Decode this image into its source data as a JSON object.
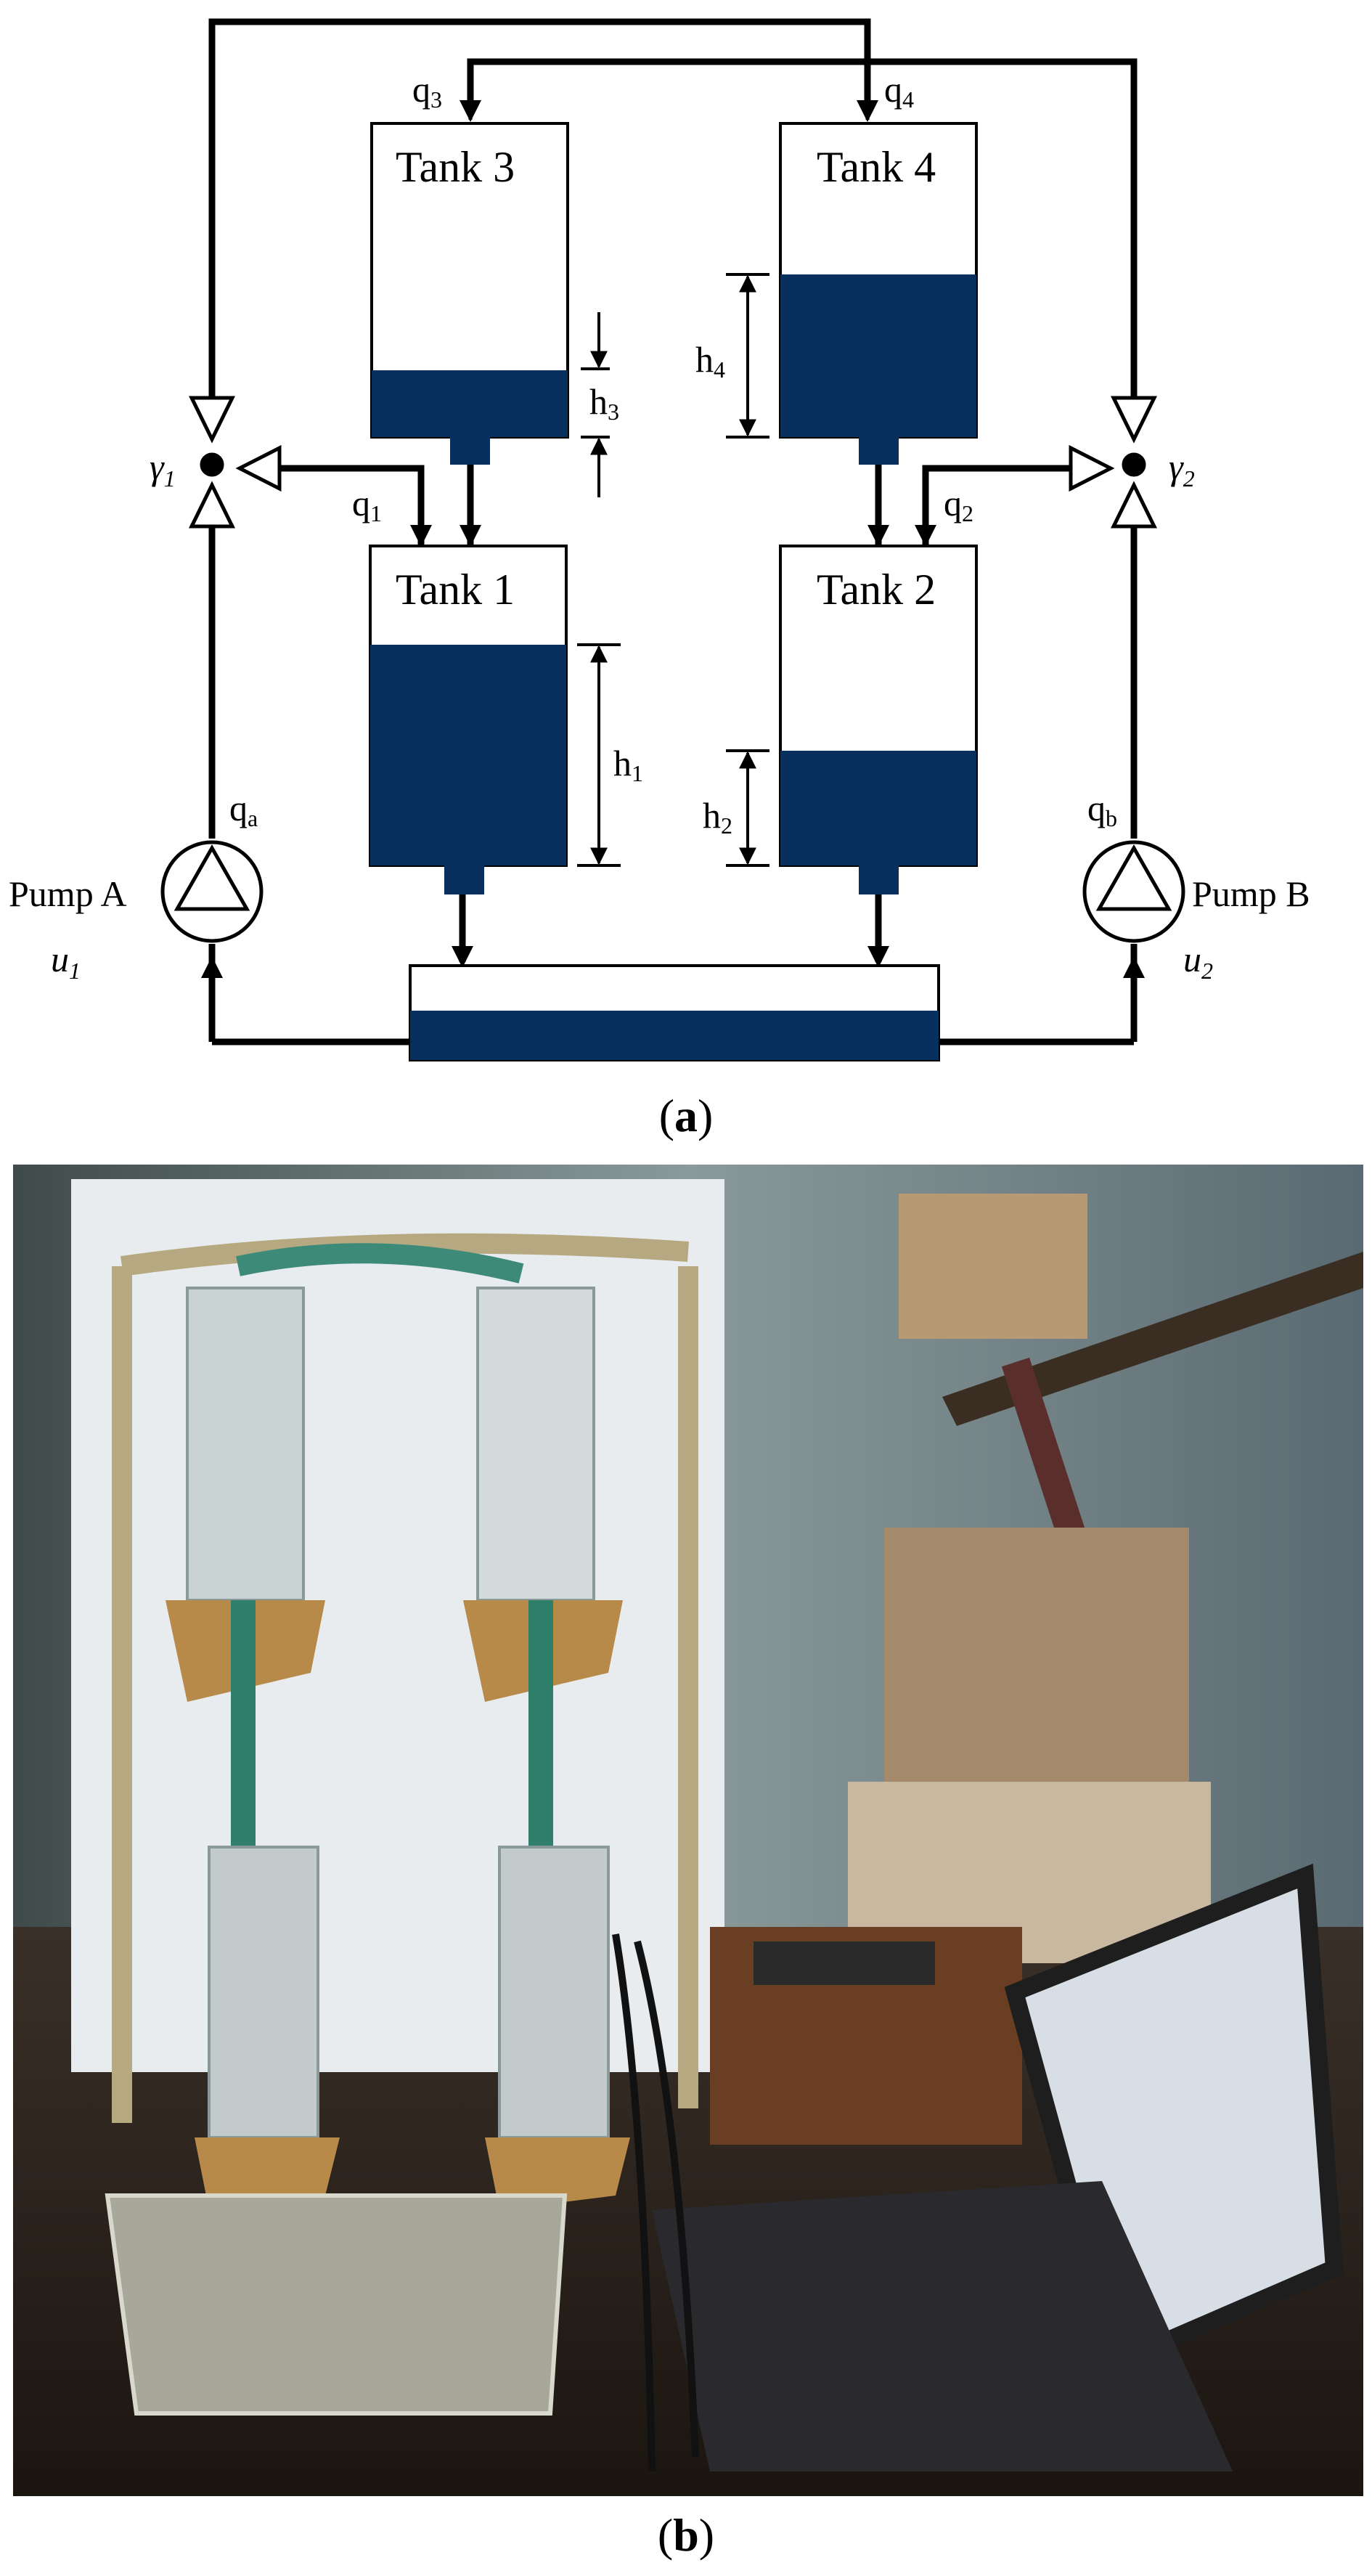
{
  "diagram": {
    "tanks": [
      "Tank 3",
      "Tank 4",
      "Tank 1",
      "Tank 2"
    ],
    "flows": {
      "q1": "q",
      "q2": "q",
      "q3": "q",
      "q4": "q",
      "qa": "q",
      "qb": "q"
    },
    "flow_subs": {
      "q1": "1",
      "q2": "2",
      "q3": "3",
      "q4": "4",
      "qa": "a",
      "qb": "b"
    },
    "heights": {
      "h1": "h",
      "h2": "h",
      "h3": "h",
      "h4": "h"
    },
    "height_subs": {
      "h1": "1",
      "h2": "2",
      "h3": "3",
      "h4": "4"
    },
    "valves": {
      "gamma1": "γ",
      "gamma1_sub": "1",
      "gamma2": "γ",
      "gamma2_sub": "2"
    },
    "pumps": {
      "a_label": "Pump A",
      "a_input": "u",
      "a_input_sub": "1",
      "b_label": "Pump B",
      "b_input": "u",
      "b_input_sub": "2"
    },
    "colors": {
      "water": "#07305e",
      "line": "#000000"
    }
  },
  "captions": {
    "a": "a",
    "b": "b"
  },
  "photo": {
    "content": "lab-setup-photo-quadruple-tank-and-laptop"
  }
}
